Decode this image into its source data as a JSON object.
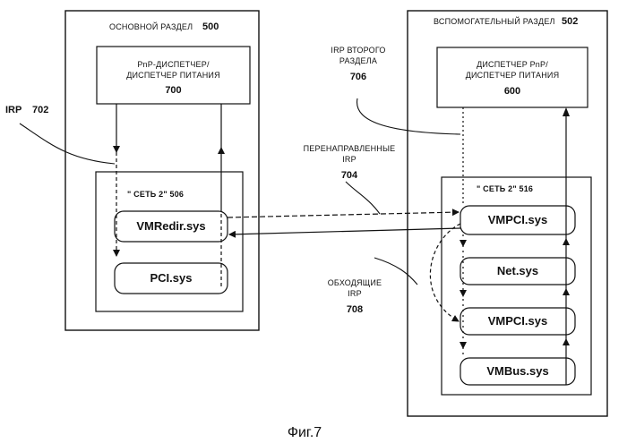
{
  "primary": {
    "title": "ОСНОВНОЙ РАЗДЕЛ",
    "number": "500",
    "manager_line1": "PnP-ДИСПЕТЧЕР/",
    "manager_line2": "ДИСПЕТЧЕР ПИТАНИЯ",
    "manager_number": "700",
    "stack_label": "\"  СЕТЬ  2\" 506",
    "drivers": [
      "VMRedir.sys",
      "PCI.sys"
    ]
  },
  "secondary": {
    "title": "ВСПОМОГАТЕЛЬНЫЙ РАЗДЕЛ",
    "number": "502",
    "manager_line1": "ДИСПЕТЧЕР PnP/",
    "manager_line2": "ДИСПЕТЧЕР ПИТАНИЯ",
    "manager_number": "600",
    "stack_label": "\"  СЕТЬ  2\" 516",
    "drivers": [
      "VMPCI.sys",
      "Net.sys",
      "VMPCI.sys",
      "VMBus.sys"
    ]
  },
  "labels": {
    "irp": "IRP",
    "irp_number": "702",
    "second_irp_line1": "IRP ВТОРОГО",
    "second_irp_line2": "РАЗДЕЛА",
    "second_irp_number": "706",
    "redirected_line1": "ПЕРЕНАПРАВЛЕННЫЕ",
    "redirected_line2": "IRP",
    "redirected_number": "704",
    "bypass_line1": "ОБХОДЯЩИЕ",
    "bypass_line2": "IRP",
    "bypass_number": "708"
  },
  "caption": "Фиг.7"
}
